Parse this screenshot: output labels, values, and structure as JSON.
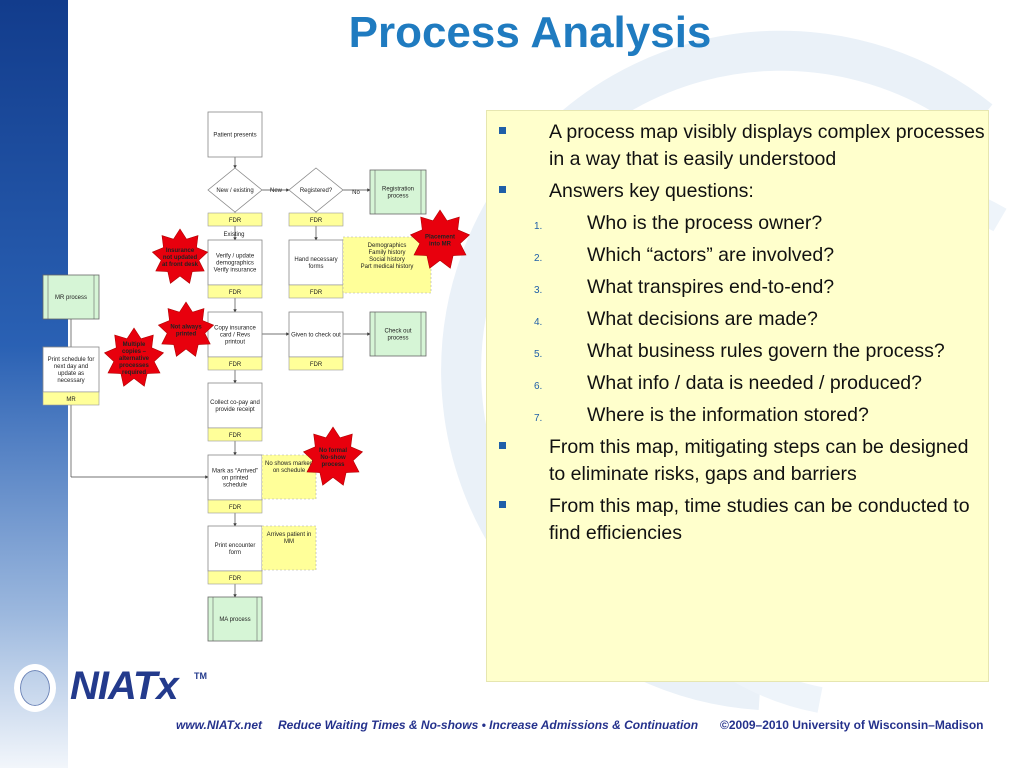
{
  "slide": {
    "title": "Process Analysis",
    "footer": {
      "logo": "NIATx",
      "trademark": "TM",
      "url": "www.NIATx.net",
      "tagline": "Reduce Waiting Times & No-shows • Increase Admissions & Continuation",
      "copyright": "©2009–2010 University of Wisconsin–Madison"
    },
    "colors": {
      "title": "#1f7bc0",
      "bullet_marker": "#1f5fa8",
      "textbox_bg": "#ffffcc",
      "burst": "#e8000d",
      "process_green": "#d6f5d6",
      "role_yellow": "#ffff99"
    },
    "bullets": [
      {
        "level": 1,
        "text": "A process map visibly displays complex processes in a way that is easily understood"
      },
      {
        "level": 1,
        "text": "Answers key questions:"
      },
      {
        "level": 2,
        "num": "1.",
        "text": "Who is the process owner?"
      },
      {
        "level": 2,
        "num": "2.",
        "text": "Which “actors” are involved?"
      },
      {
        "level": 2,
        "num": "3.",
        "text": "What transpires end-to-end?"
      },
      {
        "level": 2,
        "num": "4.",
        "text": "What decisions are made?"
      },
      {
        "level": 2,
        "num": "5.",
        "text": "What business rules govern the process?"
      },
      {
        "level": 2,
        "num": "6.",
        "text": "What info / data is needed / produced?"
      },
      {
        "level": 2,
        "num": "7.",
        "text": "Where is the information stored?"
      },
      {
        "level": 1,
        "text": "From this map, mitigating steps can be designed to eliminate risks, gaps and barriers"
      },
      {
        "level": 1,
        "text": "From this map, time studies can be conducted to find efficiencies"
      }
    ],
    "flowchart": {
      "process_boxes": [
        {
          "key": "patient",
          "lines": [
            "Patient presents"
          ]
        },
        {
          "key": "verify",
          "lines": [
            "Verify / update",
            "demographics",
            "Verify insurance"
          ]
        },
        {
          "key": "hand",
          "lines": [
            "Hand necessary",
            "forms"
          ]
        },
        {
          "key": "copy",
          "lines": [
            "Copy insurance",
            "card / Revs",
            "printout"
          ]
        },
        {
          "key": "checkout_given",
          "lines": [
            "Given to check out"
          ]
        },
        {
          "key": "collect",
          "lines": [
            "Collect co-pay and",
            "provide receipt"
          ]
        },
        {
          "key": "mark",
          "lines": [
            "Mark as “Arrived”",
            "on printed",
            "schedule"
          ]
        },
        {
          "key": "encounter",
          "lines": [
            "Print encounter",
            "form"
          ]
        },
        {
          "key": "printsched",
          "lines": [
            "Print schedule for",
            "next day and",
            "update as",
            "necessary"
          ]
        }
      ],
      "subprocess_boxes": [
        {
          "key": "registration",
          "lines": [
            "Registration",
            "process"
          ]
        },
        {
          "key": "mr_process",
          "lines": [
            "MR process"
          ]
        },
        {
          "key": "checkout",
          "lines": [
            "Check out",
            "process"
          ]
        },
        {
          "key": "ma",
          "lines": [
            "MA process"
          ]
        }
      ],
      "decisions": [
        {
          "key": "newexist",
          "lines": [
            "New / existing"
          ]
        },
        {
          "key": "registered",
          "lines": [
            "Registered?"
          ]
        }
      ],
      "role_tags": [
        {
          "key": "fdr1",
          "text": "FDR"
        },
        {
          "key": "fdr2",
          "text": "FDR"
        },
        {
          "key": "fdr3",
          "text": "FDR"
        },
        {
          "key": "fdr4",
          "text": "FDR"
        },
        {
          "key": "fdr5",
          "text": "FDR"
        },
        {
          "key": "fdr6",
          "text": "FDR"
        },
        {
          "key": "fdr7",
          "text": "FDR"
        },
        {
          "key": "fdr8",
          "text": "FDR"
        },
        {
          "key": "fdr9",
          "text": "FDR"
        },
        {
          "key": "fdr10",
          "text": "FDR"
        },
        {
          "key": "mr",
          "text": "MR"
        }
      ],
      "notes": [
        {
          "key": "demographics",
          "lines": [
            "Demographics",
            "Family history",
            "Social history",
            "Part medical history"
          ]
        },
        {
          "key": "noshows",
          "lines": [
            "No shows marked",
            "on schedule"
          ]
        },
        {
          "key": "arrives",
          "lines": [
            "Arrives patient in",
            "MM"
          ]
        }
      ],
      "bursts": [
        {
          "key": "insurance",
          "lines": [
            "Insurance",
            "not updated",
            "at front desk"
          ]
        },
        {
          "key": "notalways",
          "lines": [
            "Not always",
            "printed"
          ]
        },
        {
          "key": "multiple",
          "lines": [
            "Multiple",
            "copies –",
            "alternative",
            "processes",
            "required"
          ]
        },
        {
          "key": "placement",
          "lines": [
            "Placement",
            "into MR"
          ]
        },
        {
          "key": "noformal",
          "lines": [
            "No formal",
            "No-show",
            "process"
          ]
        }
      ],
      "connector_labels": [
        {
          "key": "new",
          "text": "New"
        },
        {
          "key": "no",
          "text": "No"
        },
        {
          "key": "existing",
          "text": "Existing"
        }
      ]
    }
  }
}
